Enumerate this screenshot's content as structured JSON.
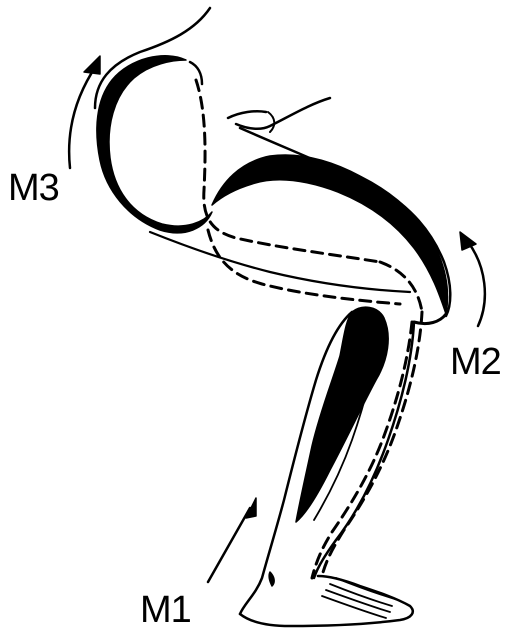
{
  "labels": {
    "m1": "M1",
    "m2": "M2",
    "m3": "M3"
  },
  "arrows": [
    {
      "for": "m1",
      "direction": "up"
    },
    {
      "for": "m2",
      "direction": "up"
    },
    {
      "for": "m3",
      "direction": "up"
    }
  ],
  "colors": {
    "ink": "#000000",
    "background": "#ffffff"
  }
}
